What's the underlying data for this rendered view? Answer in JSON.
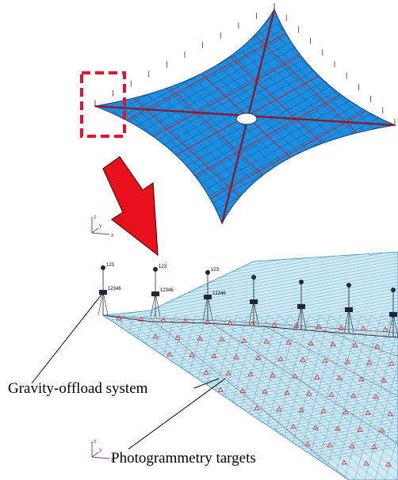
{
  "callouts": {
    "gravity": "Gravity-offload system",
    "photogrammetry": "Photogrammetry targets"
  },
  "node_labels": {
    "translation": "123",
    "full": "12346"
  },
  "axis_triad": {
    "x": "x",
    "y": "y",
    "z": "z"
  },
  "colors": {
    "membrane_top": "#1e8fe0",
    "membrane_top_lines": "#0b3f7a",
    "seams": "#b8283a",
    "membrane_detail": "#cfe9f5",
    "membrane_detail_lines": "#3b8fbe",
    "targets": "#d23a3a",
    "arrow": "#e8101c",
    "highlight_box": "#e81030",
    "axis_triad": "#7a3fb0"
  },
  "icons": {
    "zoom_arrow": "down-left-arrow",
    "highlight": "dashed-highlight-box"
  }
}
